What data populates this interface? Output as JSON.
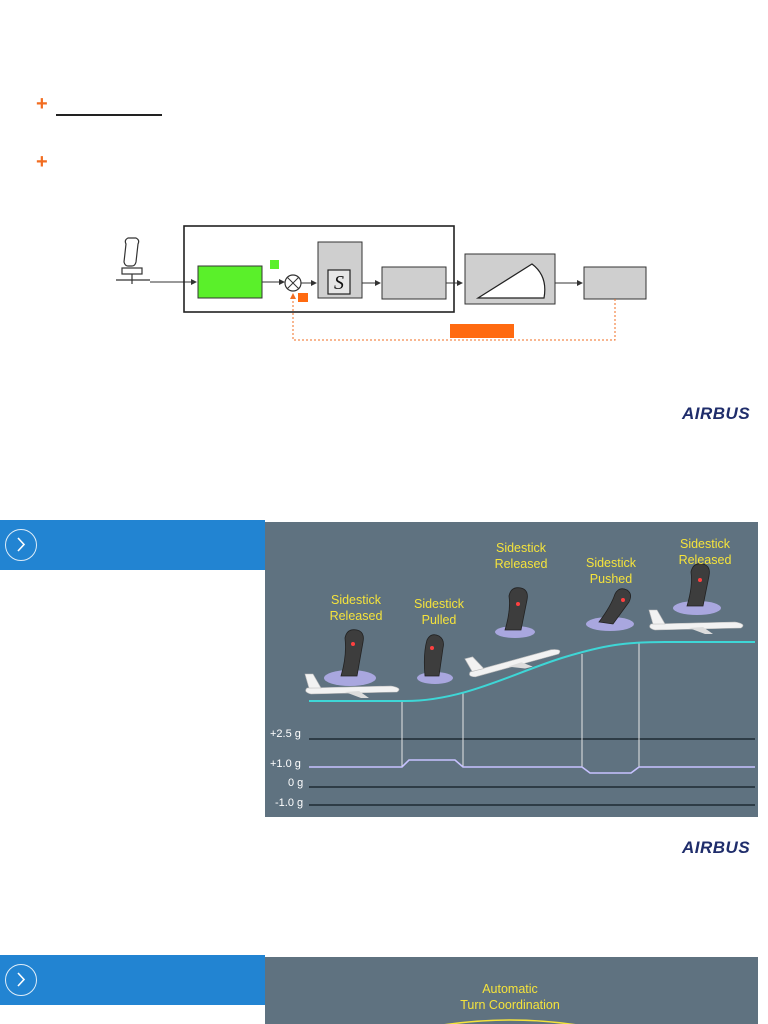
{
  "page_size": "768x1024",
  "colors": {
    "accent": "#f26d21",
    "chapter_blue": "#2284d2",
    "green_block": "#5af02a",
    "orange_block": "#ff6a10",
    "illustration_bg": "#5f7280",
    "flight_path": "#3ed6d6",
    "caption_yellow": "#f5e33b",
    "load_line": "#c7c2ff",
    "airbus_blue": "#1f2d6b"
  },
  "slide1": {
    "bullet_icon": "plus-icon",
    "logo": "AIRBUS"
  },
  "slide2": {
    "chapter_icon": "chevron-right-icon",
    "captions": [
      {
        "line1": "Sidestick",
        "line2": "Released"
      },
      {
        "line1": "Sidestick",
        "line2": "Pulled"
      },
      {
        "line1": "Sidestick",
        "line2": "Released"
      },
      {
        "line1": "Sidestick",
        "line2": "Pushed"
      },
      {
        "line1": "Sidestick",
        "line2": "Released"
      }
    ],
    "load_labels": [
      "+2.5 g",
      "+1.0 g",
      "0 g",
      "-1.0 g"
    ],
    "logo": "AIRBUS"
  },
  "slide3": {
    "chapter_icon": "chevron-right-icon",
    "caption_line1": "Automatic",
    "caption_line2": "Turn Coordination"
  }
}
